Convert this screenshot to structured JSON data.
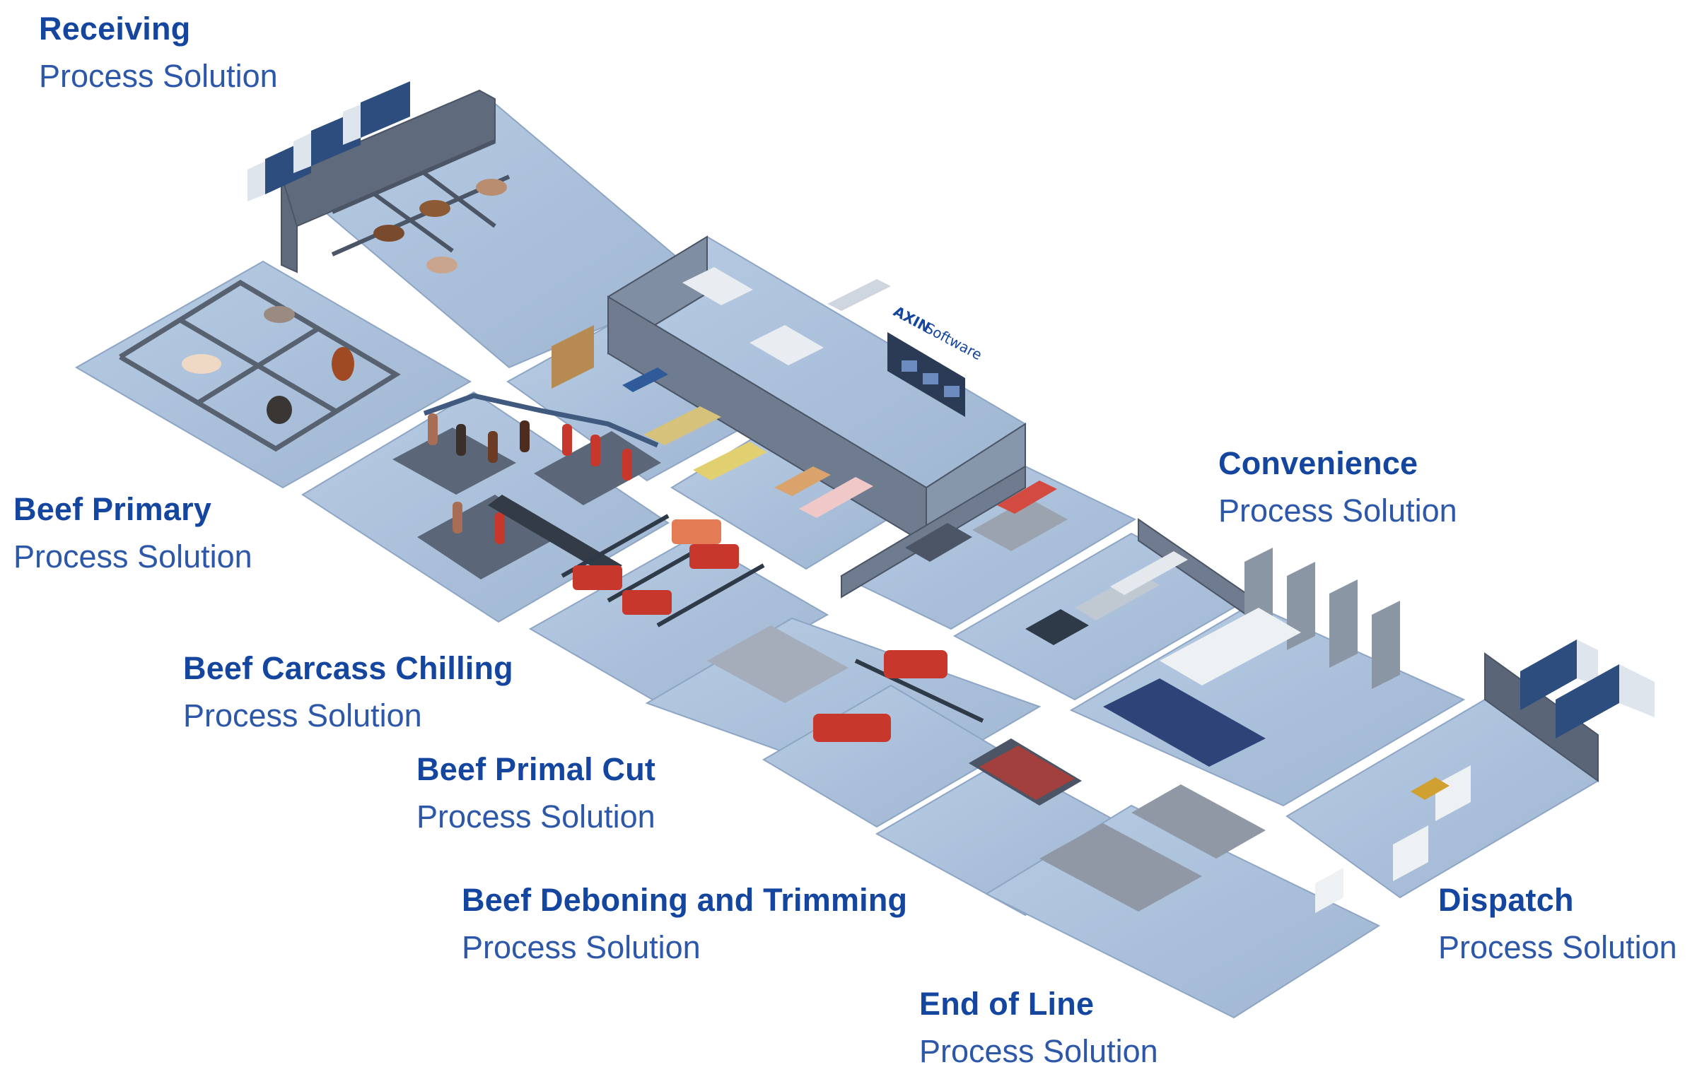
{
  "stations": [
    {
      "id": "receiving",
      "title": "Receiving",
      "subtitle": "Process Solution"
    },
    {
      "id": "beef-primary",
      "title": "Beef Primary",
      "subtitle": "Process Solution"
    },
    {
      "id": "beef-carcass-chilling",
      "title": "Beef Carcass Chilling",
      "subtitle": "Process Solution"
    },
    {
      "id": "beef-primal-cut",
      "title": "Beef Primal Cut",
      "subtitle": "Process Solution"
    },
    {
      "id": "beef-deboning",
      "title": "Beef Deboning and Trimming",
      "subtitle": "Process Solution"
    },
    {
      "id": "end-of-line",
      "title": "End of Line",
      "subtitle": "Process Solution"
    },
    {
      "id": "convenience",
      "title": "Convenience",
      "subtitle": "Process Solution"
    },
    {
      "id": "dispatch",
      "title": "Dispatch",
      "subtitle": "Process Solution"
    }
  ],
  "logo": {
    "brand": "AXIN",
    "product": "Software"
  },
  "colors": {
    "label_title": "#1446a0",
    "label_subtitle": "#2d57a8",
    "floor": "#a9bfd9",
    "wall": "#5f6b7c",
    "meat": "#c8372c",
    "crate": "#e6d8a2"
  }
}
